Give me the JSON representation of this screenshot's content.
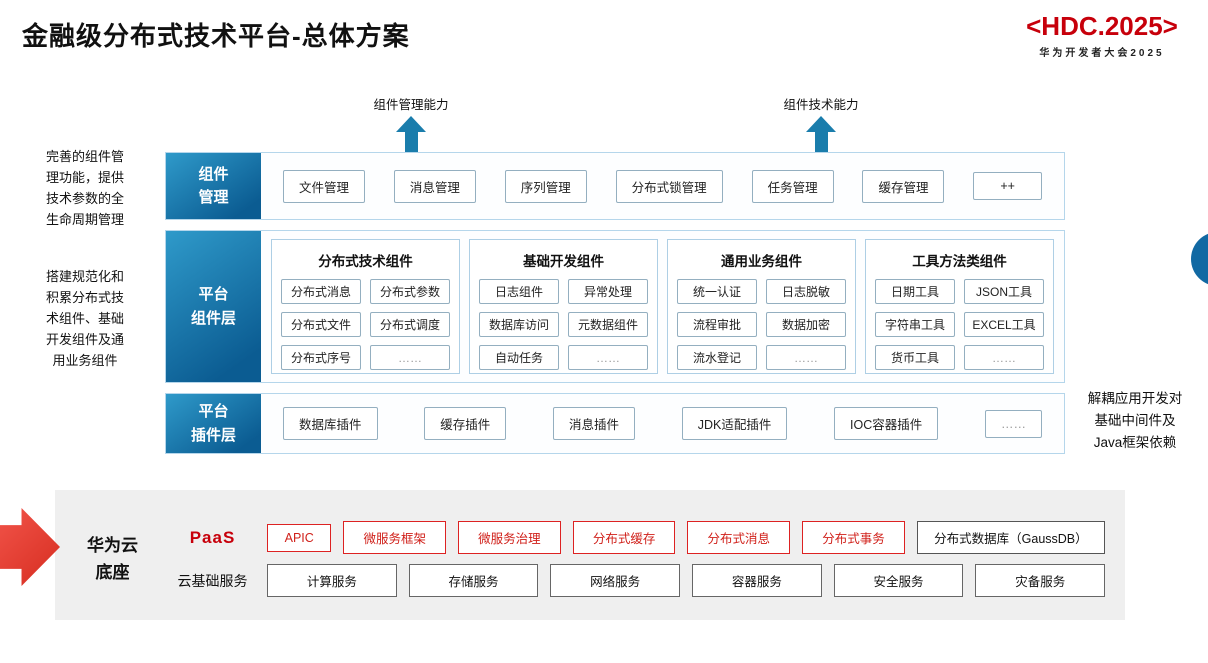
{
  "slide": {
    "title": "金融级分布式技术平台-总体方案"
  },
  "logo": {
    "main": "<HDC.2025>",
    "sub": "华为开发者大会2025"
  },
  "capability_arrows": [
    {
      "label": "组件管理能力"
    },
    {
      "label": "组件技术能力"
    }
  ],
  "annotations": {
    "left_top": "完善的组件管\n理功能，提供\n技术参数的全\n生命周期管理",
    "left_middle": "搭建规范化和\n积累分布式技\n术组件、基础\n开发组件及通\n用业务组件",
    "right": "解耦应用开发对\n基础中间件及\nJava框架依赖"
  },
  "layers": {
    "management": {
      "label": "组件\n管理",
      "items": [
        "文件管理",
        "消息管理",
        "序列管理",
        "分布式锁管理",
        "任务管理",
        "缓存管理",
        "++"
      ]
    },
    "components": {
      "label": "平台\n组件层",
      "groups": [
        {
          "title": "分布式技术组件",
          "items": [
            "分布式消息",
            "分布式参数",
            "分布式文件",
            "分布式调度",
            "分布式序号",
            "……"
          ]
        },
        {
          "title": "基础开发组件",
          "items": [
            "日志组件",
            "异常处理",
            "数据库访问",
            "元数据组件",
            "自动任务",
            "……"
          ]
        },
        {
          "title": "通用业务组件",
          "items": [
            "统一认证",
            "日志脱敏",
            "流程审批",
            "数据加密",
            "流水登记",
            "……"
          ]
        },
        {
          "title": "工具方法类组件",
          "items": [
            "日期工具",
            "JSON工具",
            "字符串工具",
            "EXCEL工具",
            "货币工具",
            "……"
          ]
        }
      ]
    },
    "plugins": {
      "label": "平台\n插件层",
      "items": [
        "数据库插件",
        "缓存插件",
        "消息插件",
        "JDK适配插件",
        "IOC容器插件",
        "……"
      ]
    }
  },
  "foundation": {
    "label": "华为云\n底座",
    "paas": {
      "label": "PaaS",
      "services": [
        "APIC",
        "微服务框架",
        "微服务治理",
        "分布式缓存",
        "分布式消息",
        "分布式事务"
      ],
      "database": "分布式数据库（GaussDB）"
    },
    "cloud": {
      "label": "云基础服务",
      "items": [
        "计算服务",
        "存储服务",
        "网络服务",
        "容器服务",
        "安全服务",
        "灾备服务"
      ]
    }
  },
  "colors": {
    "primary_blue": "#0b5c92",
    "arrow_blue": "#1a7dac",
    "huawei_red": "#c7000b",
    "box_red": "#d0201a",
    "foundation_gray": "#efefef"
  }
}
